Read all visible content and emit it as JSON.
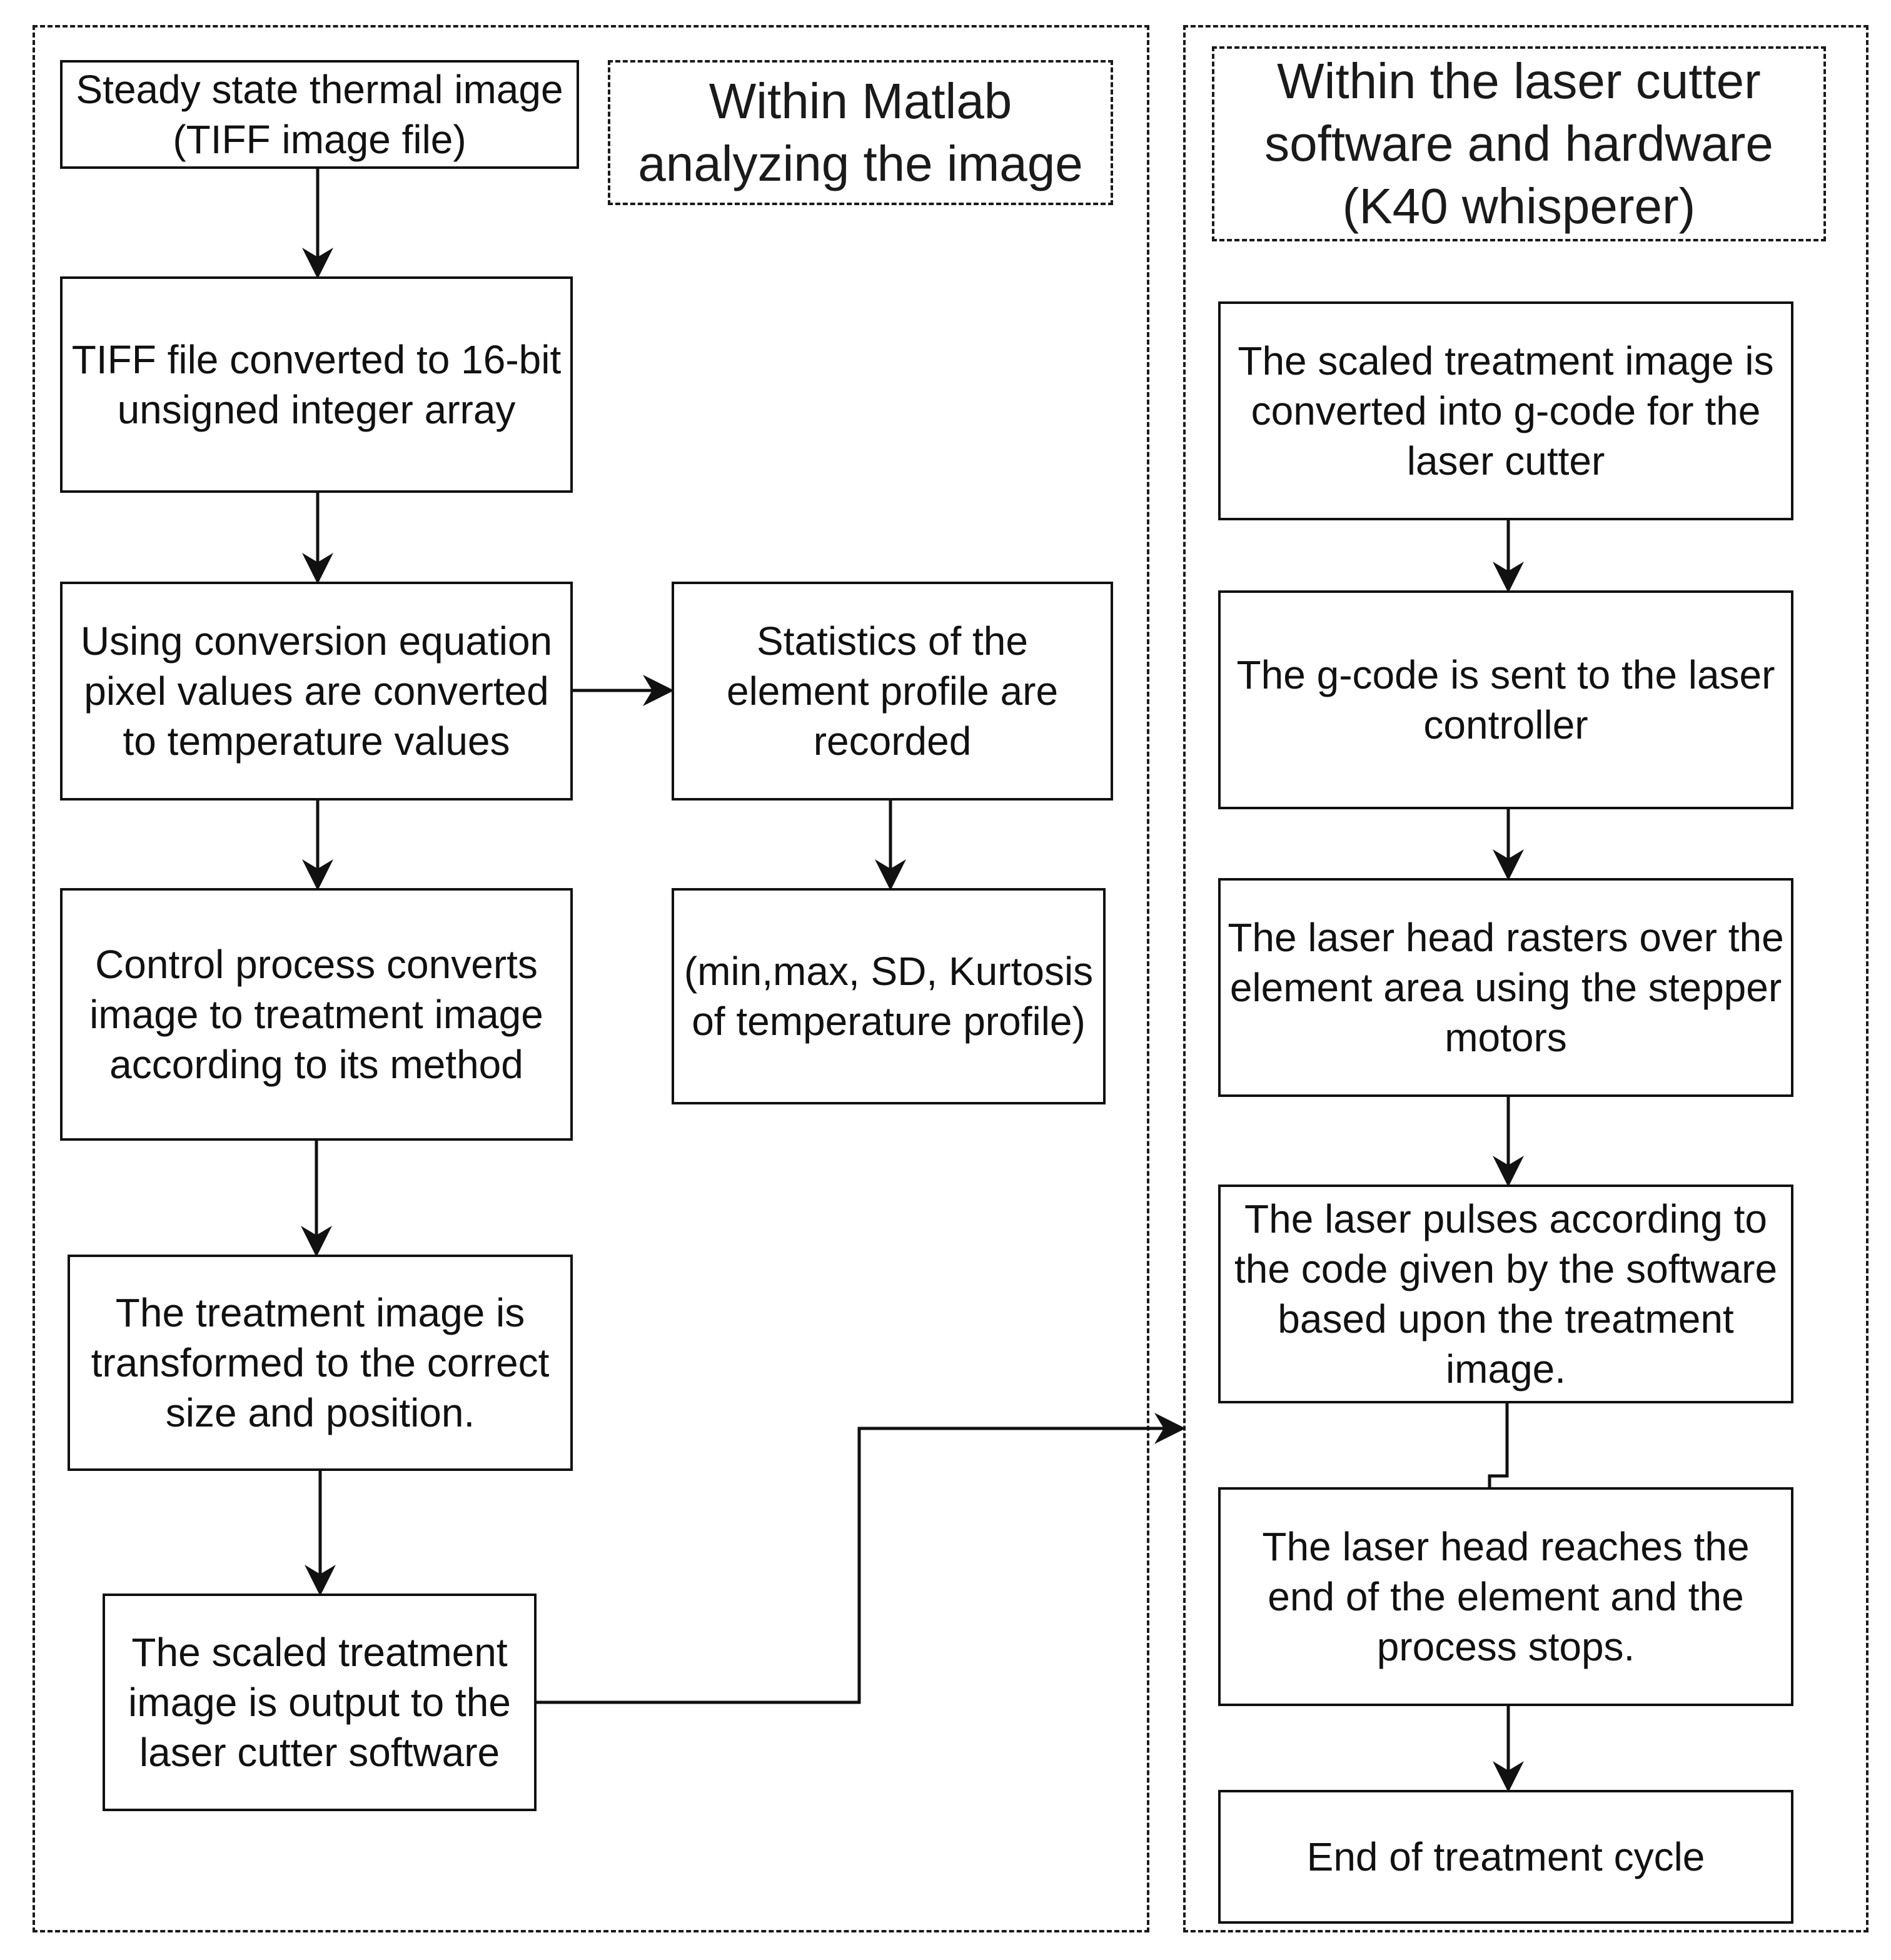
{
  "groups": {
    "matlab": {
      "label": "Within Matlab analyzing the image"
    },
    "laser": {
      "label": "Within the laser cutter software and hardware (K40 whisperer)"
    }
  },
  "matlab_steps": {
    "tiff_input": "Steady state thermal image (TIFF image file)",
    "convert_array": "TIFF file converted to 16-bit unsigned integer array",
    "convert_temperature": "Using conversion equation pixel values are converted to temperature values",
    "statistics": "Statistics of the element profile are recorded",
    "statistics_detail": "(min,max, SD, Kurtosis of temperature profile)",
    "control_process": "Control process converts image to treatment image according to its method",
    "transform": "The treatment image is transformed to the correct size and position.",
    "output": "The scaled treatment image is output to the laser cutter software"
  },
  "laser_steps": {
    "gcode_convert": "The scaled treatment image is converted into g-code for the laser cutter",
    "gcode_send": "The g-code is sent to the laser controller",
    "raster": "The laser head rasters over the element area using the stepper motors",
    "pulse": "The laser pulses according to the code given by the software based upon the treatment image.",
    "reach_end": "The laser head reaches the end of the element and the process stops.",
    "end_cycle": "End of treatment cycle"
  },
  "colors": {
    "stroke": "#111111",
    "background": "#ffffff"
  }
}
